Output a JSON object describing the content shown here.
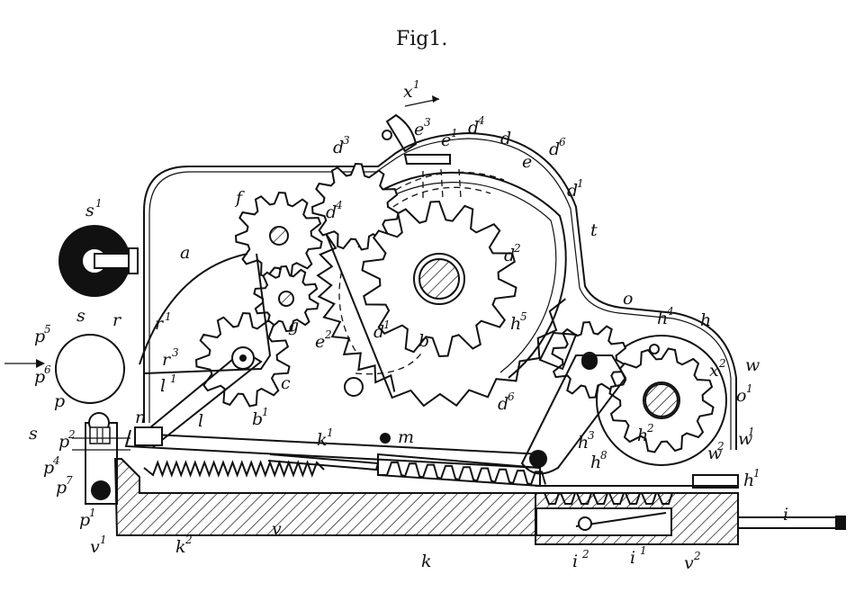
{
  "figure": {
    "title": "Fig1."
  },
  "labels": [
    {
      "id": "x1",
      "base": "x",
      "sup": "1"
    },
    {
      "id": "e3",
      "base": "e",
      "sup": "3"
    },
    {
      "id": "e1",
      "base": "e",
      "sup": "1"
    },
    {
      "id": "d4a",
      "base": "d",
      "sup": "4"
    },
    {
      "id": "d",
      "base": "d",
      "sup": ""
    },
    {
      "id": "e",
      "base": "e",
      "sup": ""
    },
    {
      "id": "d6a",
      "base": "d",
      "sup": "6"
    },
    {
      "id": "d3",
      "base": "d",
      "sup": "3"
    },
    {
      "id": "d1a",
      "base": "d",
      "sup": "1"
    },
    {
      "id": "f",
      "base": "f",
      "sup": ""
    },
    {
      "id": "d4b",
      "base": "d",
      "sup": "4"
    },
    {
      "id": "d2",
      "base": "d",
      "sup": "2"
    },
    {
      "id": "t",
      "base": "t",
      "sup": ""
    },
    {
      "id": "s1",
      "base": "s",
      "sup": "1"
    },
    {
      "id": "a",
      "base": "a",
      "sup": ""
    },
    {
      "id": "o",
      "base": "o",
      "sup": ""
    },
    {
      "id": "h4",
      "base": "h",
      "sup": "4"
    },
    {
      "id": "h",
      "base": "h",
      "sup": ""
    },
    {
      "id": "s",
      "base": "s",
      "sup": ""
    },
    {
      "id": "r",
      "base": "r",
      "sup": ""
    },
    {
      "id": "r1",
      "base": "r",
      "sup": "1"
    },
    {
      "id": "p5",
      "base": "p",
      "sup": "5"
    },
    {
      "id": "p6",
      "base": "p",
      "sup": "6"
    },
    {
      "id": "r3",
      "base": "r",
      "sup": "3"
    },
    {
      "id": "g",
      "base": "g",
      "sup": ""
    },
    {
      "id": "e2",
      "base": "e",
      "sup": "2"
    },
    {
      "id": "d1b",
      "base": "d",
      "sup": "1"
    },
    {
      "id": "b",
      "base": "b",
      "sup": ""
    },
    {
      "id": "h5",
      "base": "h",
      "sup": "5"
    },
    {
      "id": "x2",
      "base": "x",
      "sup": "2"
    },
    {
      "id": "w",
      "base": "w",
      "sup": ""
    },
    {
      "id": "o1",
      "base": "o",
      "sup": "1"
    },
    {
      "id": "p",
      "base": "p",
      "sup": ""
    },
    {
      "id": "c",
      "base": "c",
      "sup": ""
    },
    {
      "id": "l1",
      "base": "l",
      "sup": "1"
    },
    {
      "id": "b1",
      "base": "b",
      "sup": "1"
    },
    {
      "id": "d6b",
      "base": "d",
      "sup": "6"
    },
    {
      "id": "s2",
      "base": "s",
      "sup": ""
    },
    {
      "id": "n",
      "base": "n",
      "sup": ""
    },
    {
      "id": "l",
      "base": "l",
      "sup": ""
    },
    {
      "id": "p2",
      "base": "p",
      "sup": "2"
    },
    {
      "id": "k1",
      "base": "k",
      "sup": "1"
    },
    {
      "id": "m",
      "base": "m",
      "sup": ""
    },
    {
      "id": "h2",
      "base": "h",
      "sup": "2"
    },
    {
      "id": "h3",
      "base": "h",
      "sup": "3"
    },
    {
      "id": "w1",
      "base": "w",
      "sup": "1"
    },
    {
      "id": "p4",
      "base": "p",
      "sup": "4"
    },
    {
      "id": "w2",
      "base": "w",
      "sup": "2"
    },
    {
      "id": "h8",
      "base": "h",
      "sup": "8"
    },
    {
      "id": "h1",
      "base": "h",
      "sup": "1"
    },
    {
      "id": "p7",
      "base": "p",
      "sup": "7"
    },
    {
      "id": "i",
      "base": "i",
      "sup": ""
    },
    {
      "id": "p1",
      "base": "p",
      "sup": "1"
    },
    {
      "id": "v1",
      "base": "v",
      "sup": "1"
    },
    {
      "id": "k2",
      "base": "k",
      "sup": "2"
    },
    {
      "id": "v",
      "base": "v",
      "sup": ""
    },
    {
      "id": "k",
      "base": "k",
      "sup": ""
    },
    {
      "id": "i2",
      "base": "i",
      "sup": "2"
    },
    {
      "id": "i1",
      "base": "i",
      "sup": "1"
    },
    {
      "id": "v2",
      "base": "v",
      "sup": "2"
    }
  ]
}
